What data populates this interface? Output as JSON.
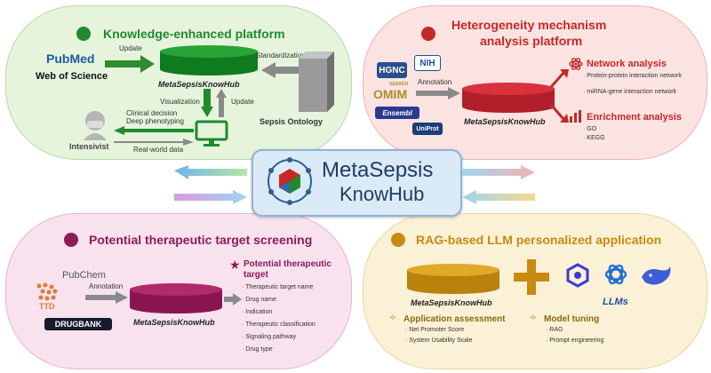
{
  "panels": {
    "knowledge": {
      "title": "Knowledge-enhanced platform",
      "hub": "MetaSepsisKnowHub",
      "sources": [
        "PubMed",
        "Web of Science"
      ],
      "update_left": "Update",
      "standardization": "Standardization",
      "ontology": "Sepsis Ontology",
      "visualization": "Visualization",
      "update_down": "Update",
      "clinical_1": "Clinical decision",
      "clinical_2": "Deep phenotyping",
      "realworld": "Real-world data",
      "intensivist": "Intensivist",
      "color": "#1f8a2e"
    },
    "heterogeneity": {
      "title_1": "Heterogeneity mechanism",
      "title_2": "analysis platform",
      "hub": "MetaSepsisKnowHub",
      "annotation": "Annotation",
      "logos": [
        "HGNC",
        "NIH",
        "OMIM",
        "Ensembl",
        "UniProt"
      ],
      "omim_prefix": "SEARCH",
      "network_title": "Network analysis",
      "network_items": [
        "Protein-protein interaction network",
        "miRNA-gene interaction network"
      ],
      "enrichment_title": "Enrichment analysis",
      "enrichment_items": [
        "GO",
        "KEGG"
      ],
      "color": "#c62828"
    },
    "center": {
      "name_1": "MetaSepsis",
      "name_2": "KnowHub"
    },
    "therapeutic": {
      "title": "Potential therapeutic target screening",
      "hub": "MetaSepsisKnowHub",
      "annotation": "Annotation",
      "logos": [
        "PubChem",
        "TTD",
        "DRUGBANK"
      ],
      "target_title_1": "Potential therapeutic",
      "target_title_2": "target",
      "target_items": [
        "Therapeutic target name",
        "Drug name",
        "Indication",
        "Therapeutic classification",
        "Signaling pathway",
        "Drug type"
      ],
      "color": "#8e1b5a"
    },
    "rag": {
      "title": "RAG-based LLM personalized application",
      "hub": "MetaSepsisKnowHub",
      "llms": "LLMs",
      "assessment_title": "Application assessment",
      "assessment_items": [
        "Net Promoter Score",
        "System Usability Scale"
      ],
      "tuning_title": "Model tuning",
      "tuning_items": [
        "RAG",
        "Prompt engineering"
      ],
      "color": "#c98a10"
    }
  }
}
